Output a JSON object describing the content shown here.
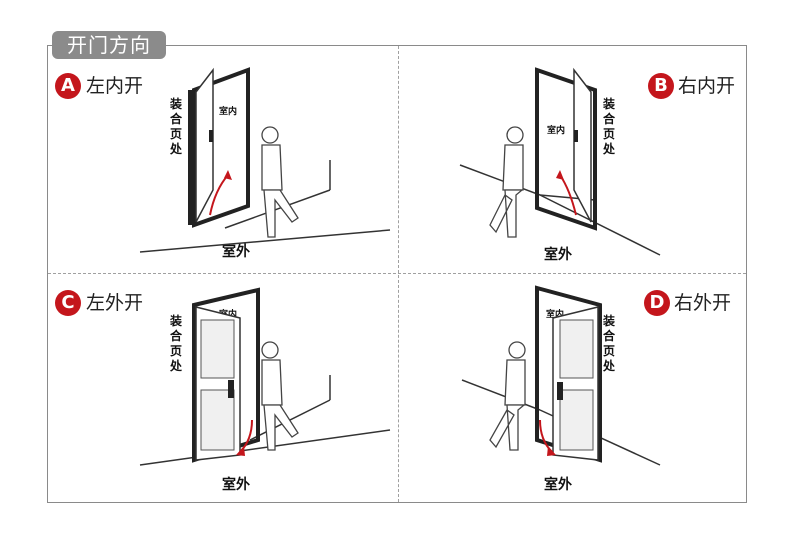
{
  "title": "开门方向",
  "panels": [
    {
      "letter": "A",
      "label": "左内开",
      "hinge": [
        "装",
        "合",
        "页",
        "处"
      ],
      "inside": "室内",
      "outside": "室外"
    },
    {
      "letter": "B",
      "label": "右内开",
      "hinge": [
        "装",
        "合",
        "页",
        "处"
      ],
      "inside": "室内",
      "outside": "室外"
    },
    {
      "letter": "C",
      "label": "左外开",
      "hinge": [
        "装",
        "合",
        "页",
        "处"
      ],
      "inside": "室内",
      "outside": "室外"
    },
    {
      "letter": "D",
      "label": "右外开",
      "hinge": [
        "装",
        "合",
        "页",
        "处"
      ],
      "inside": "室内",
      "outside": "室外"
    }
  ],
  "colors": {
    "badge": "#c4161c",
    "arrow": "#c4161c",
    "frame": "#8a8a8a",
    "title_bg": "#8b8b8b"
  }
}
